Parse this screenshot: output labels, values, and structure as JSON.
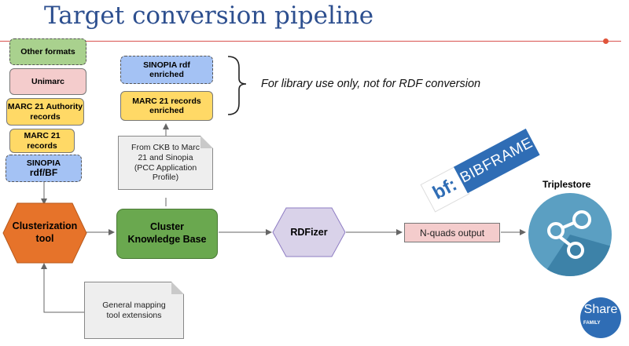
{
  "slide": {
    "title": "Target conversion pipeline"
  },
  "inputs": {
    "other_formats": "Other formats",
    "unimarc": "Unimarc",
    "marc21_authority_line1": "MARC 21 Authority",
    "marc21_authority_line2": "records",
    "marc21_records_line1": "MARC 21",
    "marc21_records_line2": "records",
    "sinopia_line1": "SINOPIA",
    "sinopia_line2": "rdf/BF"
  },
  "enriched": {
    "sinopia_line1": "SINOPIA rdf",
    "sinopia_line2": "enriched",
    "marc_line1": "MARC 21 records",
    "marc_line2": "enriched",
    "comment": "For library use only, not for RDF conversion"
  },
  "notes": {
    "ckb_line1": "From CKB to Marc",
    "ckb_line2": "21 and Sinopia",
    "ckb_line3": "(PCC Application",
    "ckb_line4": "Profile)",
    "mapping_line1": "General mapping",
    "mapping_line2": "tool extensions"
  },
  "pipeline": {
    "clusterization_line1": "Clusterization",
    "clusterization_line2": "tool",
    "cluster_kb_line1": "Cluster",
    "cluster_kb_line2": "Knowledge Base",
    "rdfizer": "RDFizer",
    "nquads": "N-quads output",
    "triplestore": "Triplestore"
  },
  "logos": {
    "bibframe_mark": "bf:",
    "bibframe_word": "BIBFRAME",
    "share_word": "Share",
    "share_family": "FAMILY"
  },
  "colors": {
    "title": "#2d4f8f",
    "title_rule": "#d9534f",
    "clusterization": "#e6732a",
    "cluster_kb": "#6aa84f",
    "rdfizer": "#d9d2e9",
    "triplestore": "#5b9fc2",
    "bibframe": "#2f6db5"
  },
  "icons": {
    "triplestore": "graph-node-icon",
    "comment_brace": "right-curly-brace"
  }
}
